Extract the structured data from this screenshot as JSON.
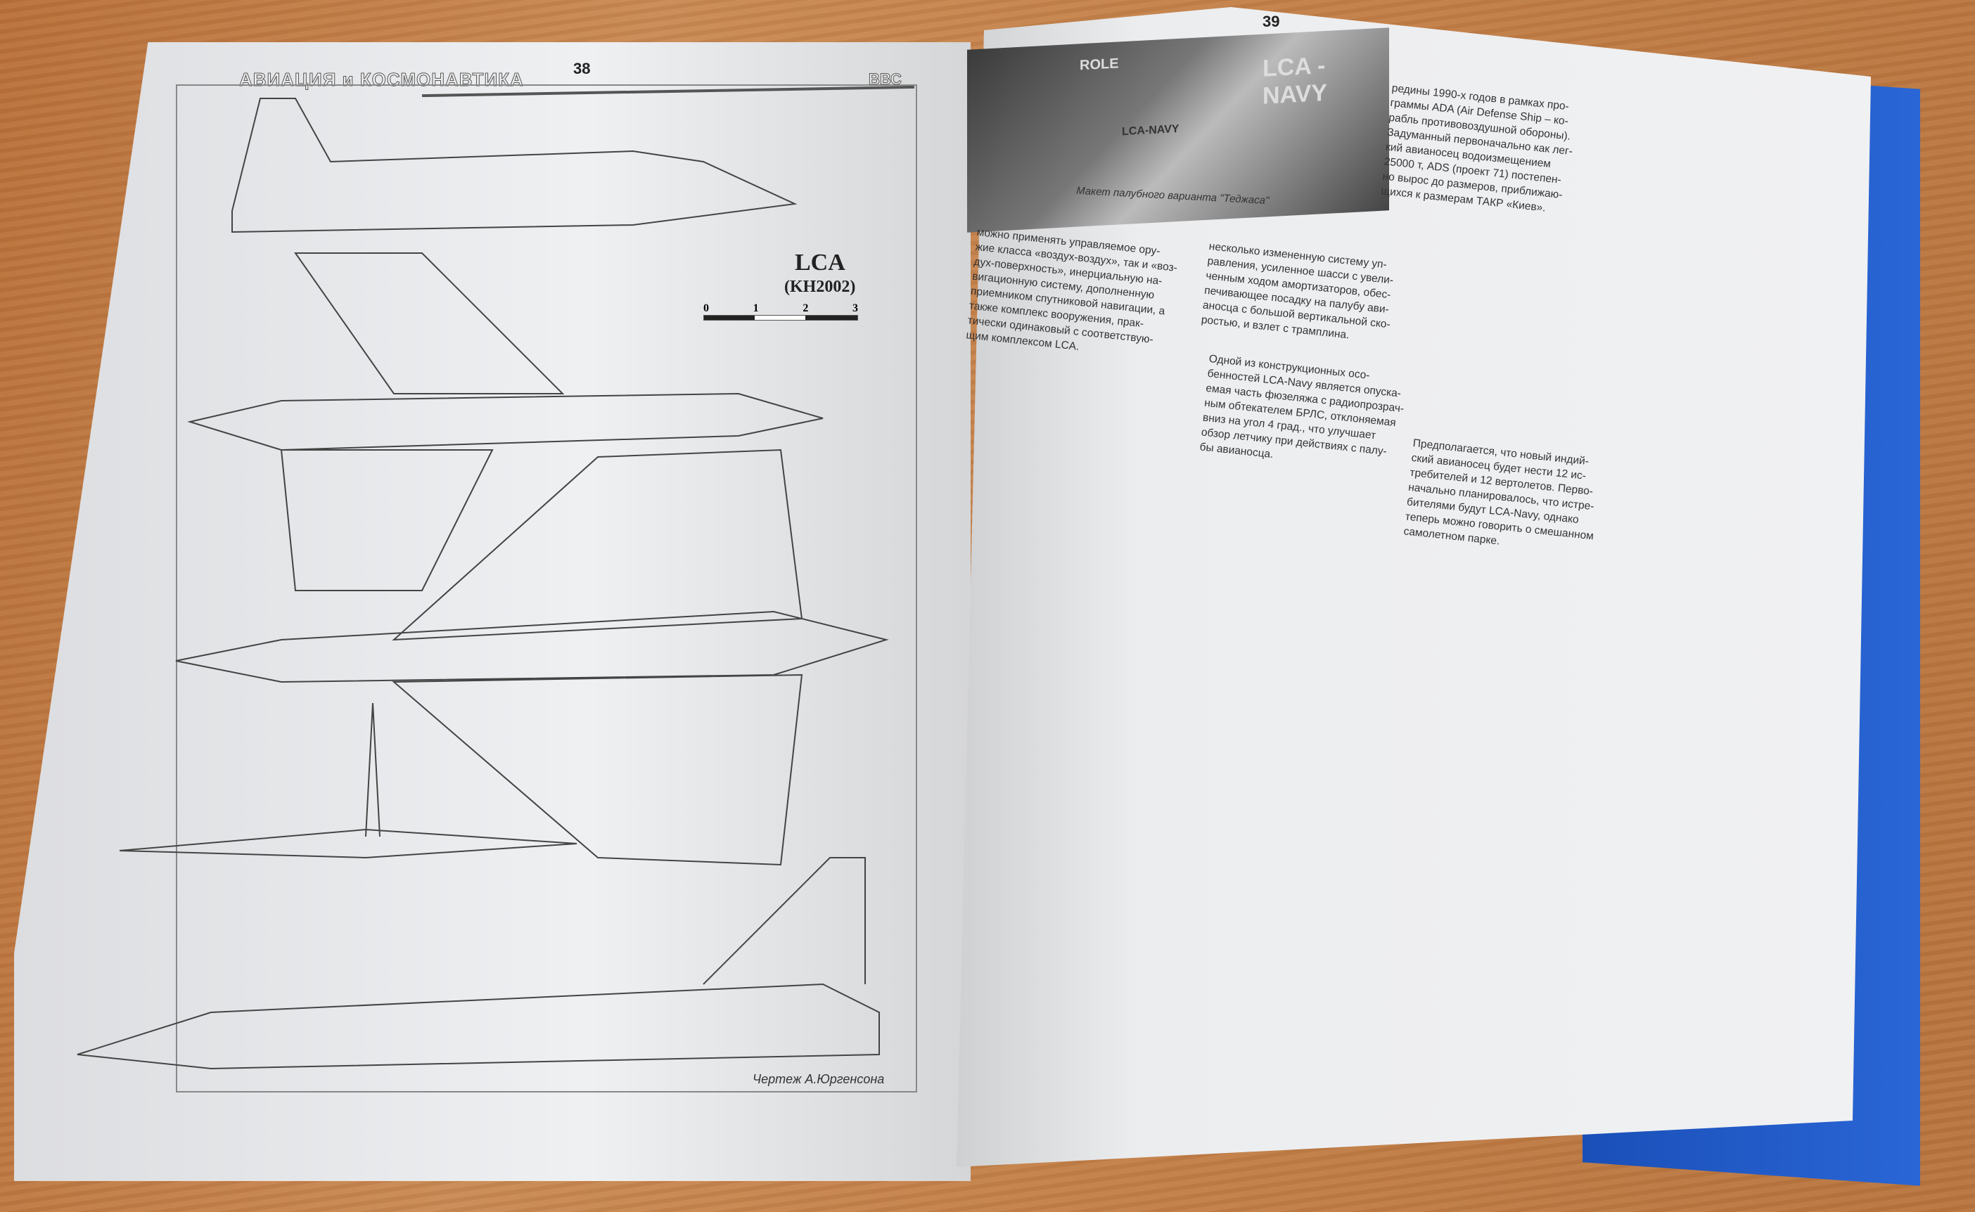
{
  "magazine": {
    "title": "АВИАЦИЯ и КОСМОНАВТИКА",
    "section": "ВВС"
  },
  "left_page": {
    "page_number": "38",
    "drawing_title": "LCA",
    "drawing_subtitle": "(KH2002)",
    "scale_ticks": [
      "0",
      "1",
      "2",
      "3"
    ],
    "credit": "Чертеж А.Юргенсона"
  },
  "right_page": {
    "page_number": "39",
    "photo_caption": "Макет палубного варианта \"Теджаса\"",
    "photo_labels": [
      "LCA-NAVY",
      "LCA - NAVY",
      "ROLE"
    ],
    "columns": [
      [
        "можно применять управляемое ору-",
        "жие класса «воздух-воздух», так и «воз-",
        "дух-поверхность», инерциальную на-",
        "вигационную систему, дополненную",
        "приемником спутниковой навигации, а",
        "также комплекс вооружения, прак-",
        "тически одинаковый с соответствую-",
        "щим комплексом LCA."
      ],
      [
        "несколько измененную систему уп-",
        "равления, усиленное шасси с увели-",
        "ченным ходом амортизаторов, обес-",
        "печивающее посадку на палубу ави-",
        "аносца с большой вертикальной ско-",
        "ростью, и взлет с трамплина."
      ],
      [
        "Одной из конструкционных осо-",
        "бенностей LCA-Navy является опуска-",
        "емая часть фюзеляжа с радиопрозрач-",
        "ным обтекателем БРЛС, отклоняемая",
        "вниз на угол 4 град., что улучшает",
        "обзор летчику при действиях с палу-",
        "бы авианосца."
      ],
      [
        "редины 1990-х годов в рамках про-",
        "граммы ADA (Air Defense Ship – ко-",
        "рабль противовоздушной обороны).",
        "Задуманный первоначально как лег-",
        "кий авианосец водоизмещением",
        "25000 т, ADS (проект 71) постепен-",
        "но вырос до размеров, приближаю-",
        "щихся к размерам ТАКР «Киев»."
      ],
      [
        "Предполагается, что новый индий-",
        "ский авианосец будет нести 12 ис-",
        "требителей и 12 вертолетов. Перво-",
        "начально планировалось, что истре-",
        "бителями будут LCA-Navy, однако",
        "теперь можно говорить о смешанном",
        "самолетном парке."
      ]
    ]
  }
}
